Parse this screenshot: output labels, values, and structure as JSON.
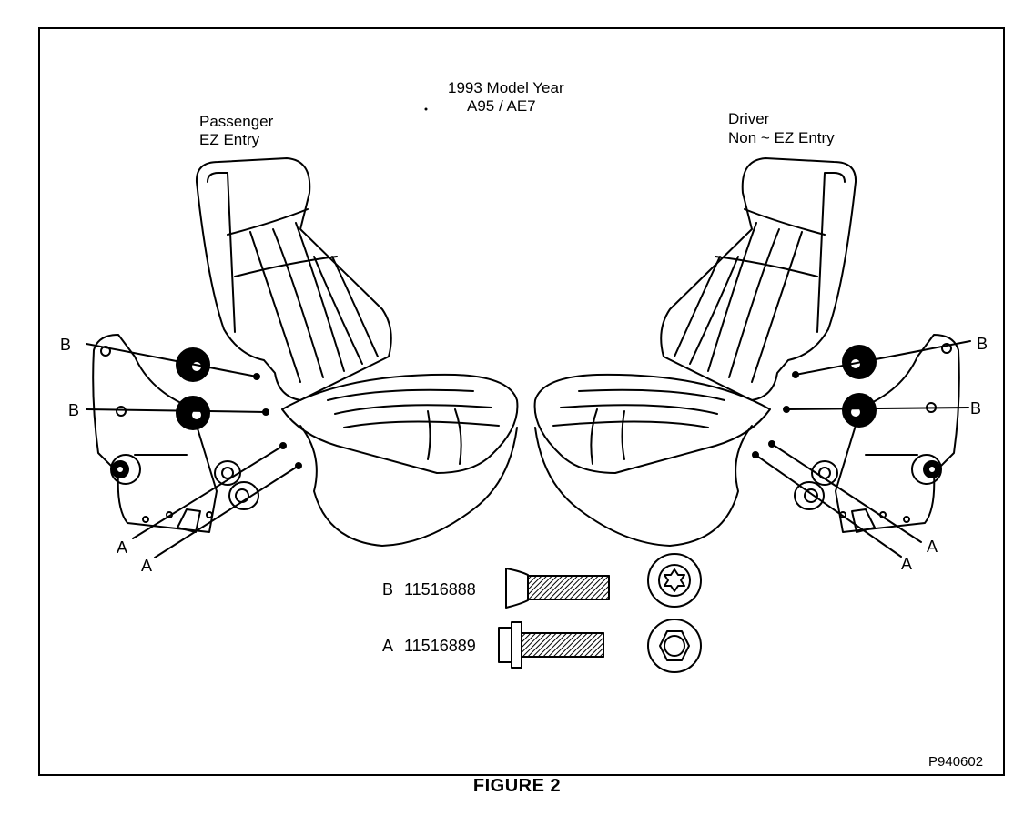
{
  "header": {
    "line1": "1993 Model Year",
    "line2": "A95 / AE7"
  },
  "passenger": {
    "line1": "Passenger",
    "line2": "EZ Entry"
  },
  "driver": {
    "line1": "Driver",
    "line2": "Non ~ EZ Entry"
  },
  "callouts": {
    "a": "A",
    "b": "B"
  },
  "parts": [
    {
      "letter": "B",
      "number": "11516888",
      "head": "flared",
      "nut": "star-washer"
    },
    {
      "letter": "A",
      "number": "11516889",
      "head": "hex-flange",
      "nut": "hex-washer"
    }
  ],
  "figure_code": "P940602",
  "caption": "FIGURE 2"
}
